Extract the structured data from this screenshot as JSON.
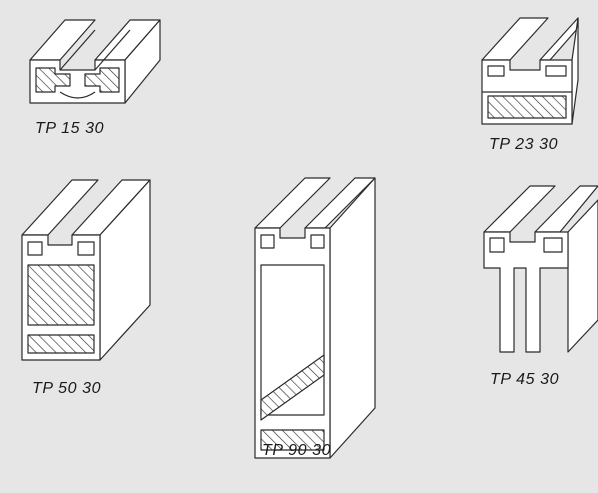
{
  "profiles": [
    {
      "label": "TP 15 30"
    },
    {
      "label": "TP 23 30"
    },
    {
      "label": "TP 50 30"
    },
    {
      "label": "TP 90 30"
    },
    {
      "label": "TP 45 30"
    }
  ],
  "colors": {
    "background": "#e6e6e6",
    "line": "#2b2b2b",
    "face": "#ffffff",
    "hatch": "#333333"
  }
}
